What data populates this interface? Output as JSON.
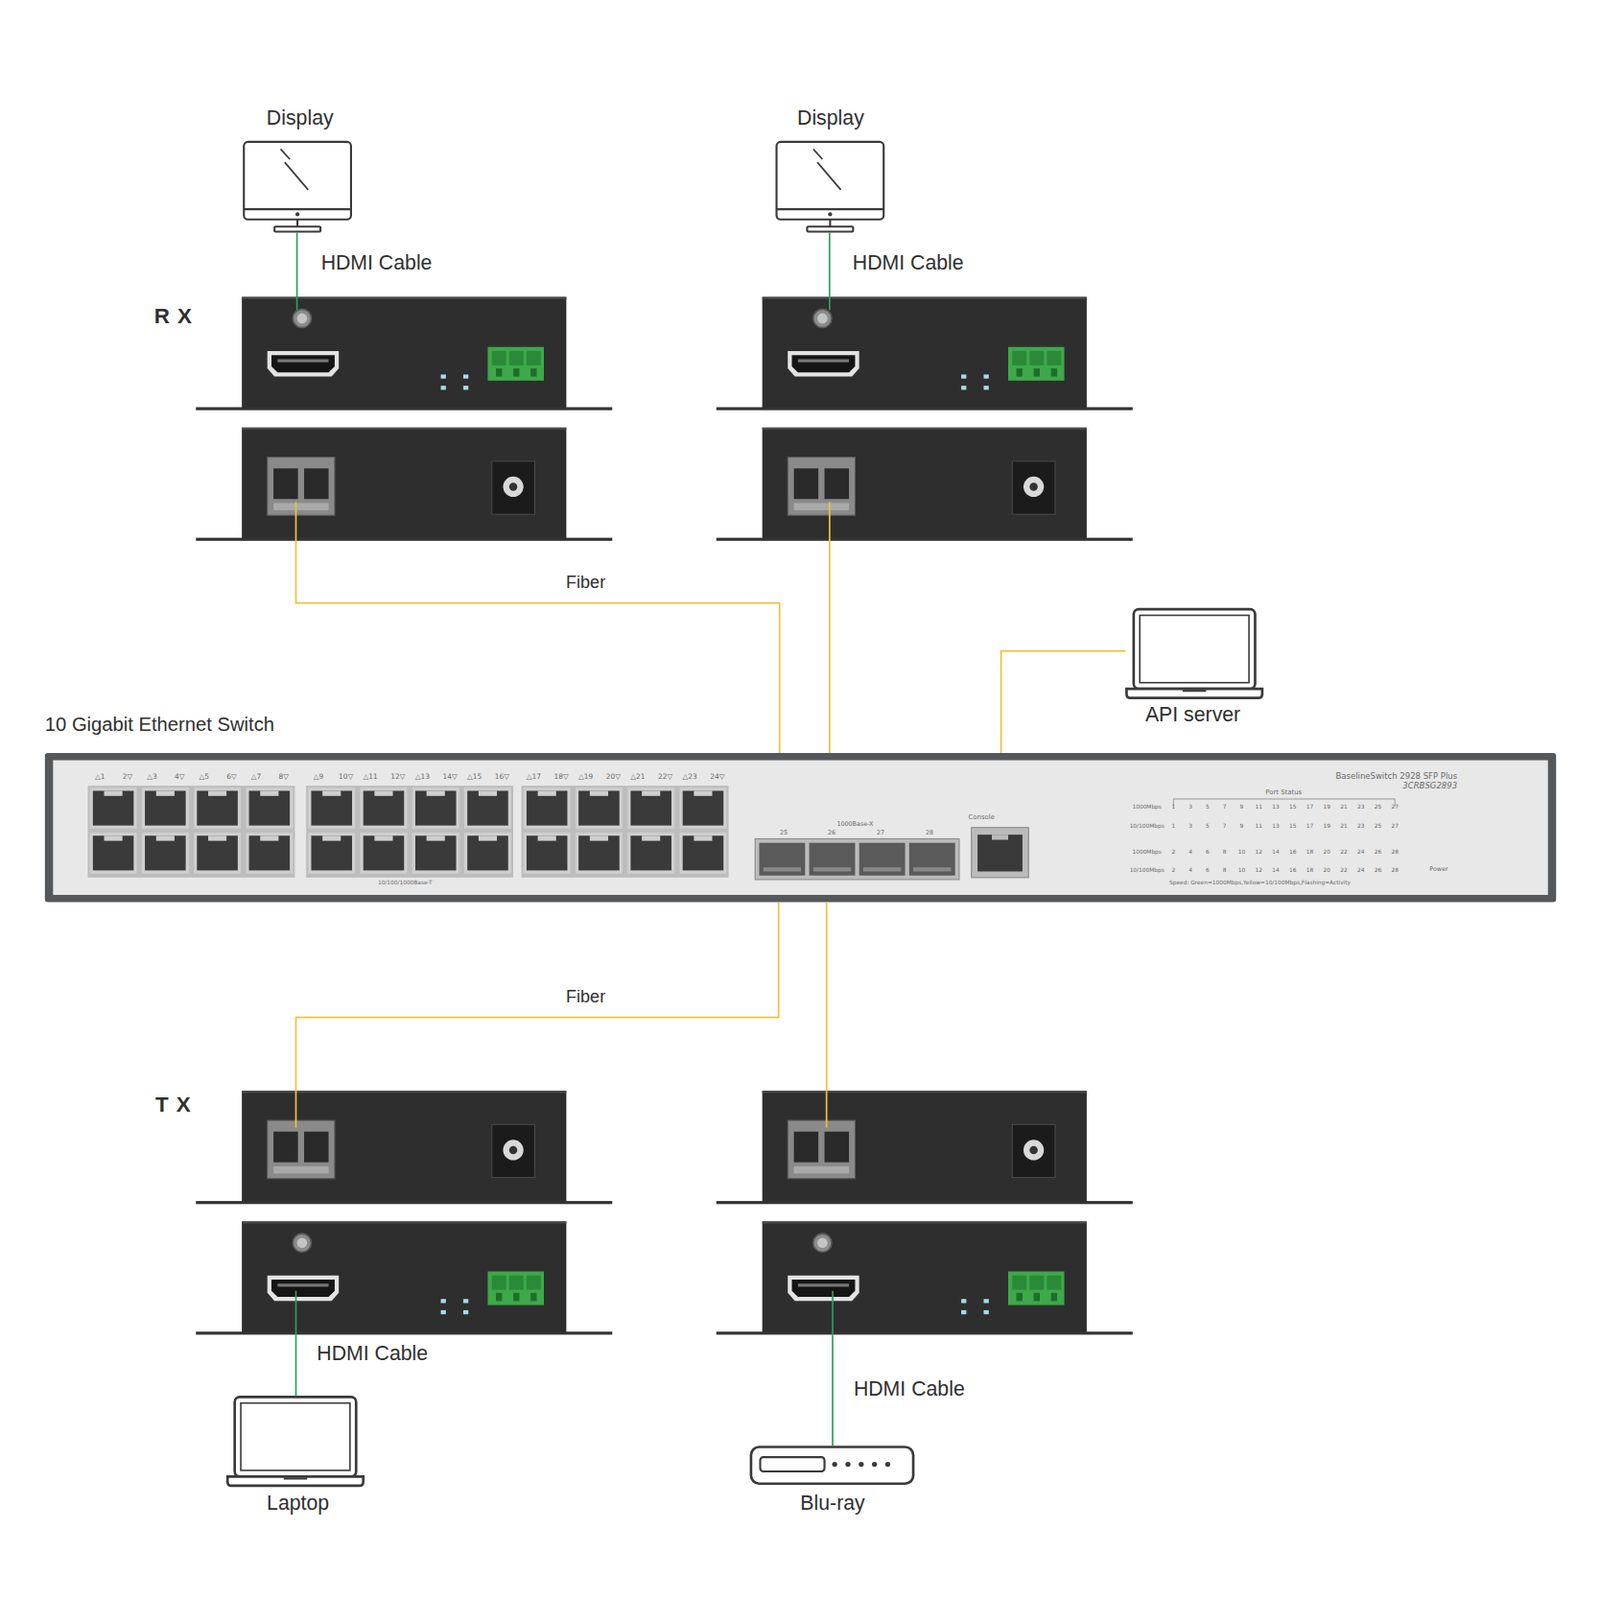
{
  "diagram": {
    "nodes": [
      {
        "text": [
          "Display"
        ]
      },
      {
        "text": [
          "Display"
        ]
      },
      {
        "text": [
          "R X"
        ]
      },
      {
        "text": []
      },
      {
        "text": [
          "API server"
        ]
      },
      {
        "text": [
          "10 Gigabit Ethernet Switch"
        ]
      },
      {
        "text": [
          "T X"
        ]
      },
      {
        "text": []
      },
      {
        "text": [
          "Laptop"
        ]
      },
      {
        "text": [
          "Blu-ray"
        ]
      }
    ],
    "edges": [
      {
        "from": 2,
        "to": 0,
        "arrow": "none",
        "label": "HDMI Cable"
      },
      {
        "from": 3,
        "to": 1,
        "arrow": "none",
        "label": "HDMI Cable"
      },
      {
        "from": 5,
        "to": 2,
        "arrow": "none",
        "label": "Fiber"
      },
      {
        "from": 5,
        "to": 3,
        "arrow": "none"
      },
      {
        "from": 4,
        "to": 5,
        "arrow": "none"
      },
      {
        "from": 6,
        "to": 5,
        "arrow": "none",
        "label": "Fiber"
      },
      {
        "from": 7,
        "to": 5,
        "arrow": "none"
      },
      {
        "from": 8,
        "to": 6,
        "arrow": "none",
        "label": "HDMI Cable"
      },
      {
        "from": 9,
        "to": 7,
        "arrow": "none",
        "label": "HDMI Cable"
      }
    ],
    "labels": [
      "△1",
      "2▽",
      "△3",
      "4▽",
      "△5",
      "6▽",
      "△7",
      "8▽",
      "△9",
      "10▽",
      "△11",
      "12▽",
      "△13",
      "14▽",
      "△15",
      "16▽",
      "△17",
      "18▽",
      "△19",
      "20▽",
      "△21",
      "22▽",
      "△23",
      "24▽",
      "BaselineSwitch 2928 SFP Plus",
      "3CRBSG2893",
      "Port Status",
      "1000Mbps",
      "1",
      "3",
      "5",
      "7",
      "9",
      "11",
      "13",
      "15",
      "17",
      "19",
      "21",
      "23",
      "25",
      "27",
      "10/100Mbps",
      "1",
      "3",
      "5",
      "7",
      "9",
      "11",
      "13",
      "15",
      "17",
      "19",
      "21",
      "23",
      "25",
      "27",
      "1000Mbps",
      "2",
      "4",
      "6",
      "8",
      "10",
      "12",
      "14",
      "16",
      "18",
      "20",
      "22",
      "24",
      "26",
      "28",
      "10/100Mbps",
      "2",
      "4",
      "6",
      "8",
      "10",
      "12",
      "14",
      "16",
      "18",
      "20",
      "22",
      "24",
      "26",
      "28",
      "Speed: Green=1000Mbps,Yellow=10/100Mbps,Flashing=Activity",
      "Power",
      "1000Base-X",
      "25",
      "26",
      "27",
      "28",
      "Console",
      "10/100/1000Base-T"
    ]
  }
}
